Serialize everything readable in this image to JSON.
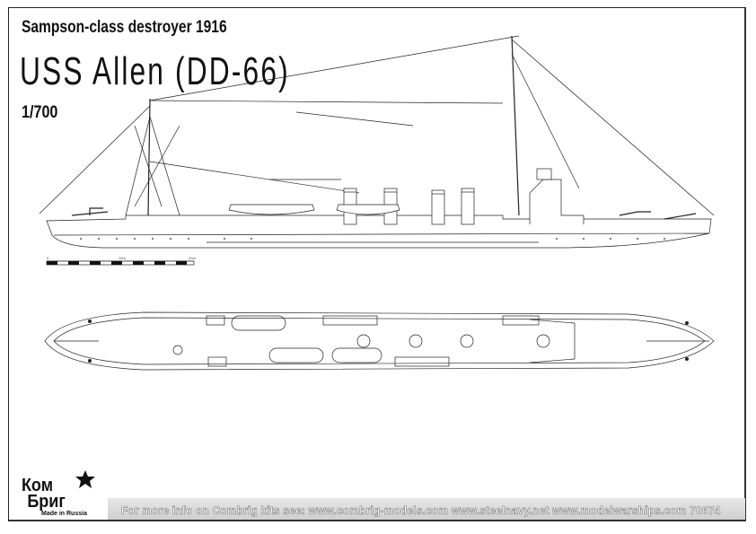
{
  "title": {
    "class_line": "Sampson-class destroyer 1916",
    "ship_name": "USS Allen (DD-66)",
    "scale": "1/700"
  },
  "scale_bar": {
    "labels": [
      "0",
      "10m",
      "20m"
    ]
  },
  "footer": {
    "logo_top": "Ком",
    "logo_bottom": "Бриг",
    "made_in": "Made in Russia",
    "info": "For more info on Combrig kits see: www.combrig-models.com www.steelnavy.net  www.modelwarships.com  70674"
  },
  "colors": {
    "line": "#222222",
    "band": "#d8d8d8",
    "star": "#111111"
  }
}
